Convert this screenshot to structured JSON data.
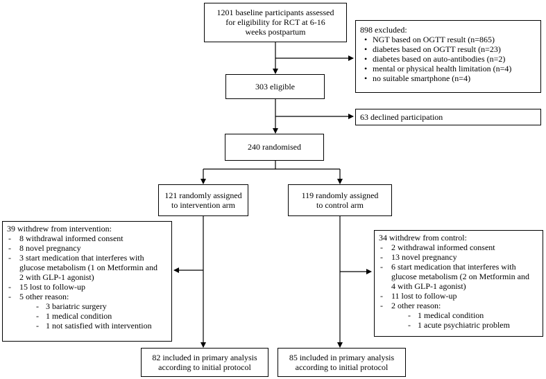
{
  "boxes": {
    "baseline": [
      "1201 baseline participants assessed",
      "for eligibility for RCT at 6-16",
      "weeks postpartum"
    ],
    "excluded": {
      "title": "898 excluded:",
      "items": [
        "NGT based on OGTT result (n=865)",
        "diabetes based on OGTT result (n=23)",
        "diabetes based on auto-antibodies (n=2)",
        "mental or physical health limitation (n=4)",
        "no suitable smartphone (n=4)"
      ]
    },
    "eligible": "303 eligible",
    "declined": "63 declined participation",
    "randomised": "240 randomised",
    "intervention": [
      "121 randomly assigned",
      "to intervention arm"
    ],
    "control": [
      "119 randomly assigned",
      "to control arm"
    ],
    "withdrew_intervention": {
      "title": "39 withdrew from intervention:",
      "items": [
        "8 withdrawal informed consent",
        "8 novel pregnancy",
        "3 start medication that interferes with",
        "glucose metabolism (1 on Metformin and",
        "2 with GLP-1 agonist)",
        "15 lost to follow-up",
        "5 other reason:"
      ],
      "subitems": [
        "3 bariatric surgery",
        "1 medical condition",
        "1 not satisfied with intervention"
      ]
    },
    "withdrew_control": {
      "title": "34 withdrew from control:",
      "items": [
        "2 withdrawal informed consent",
        "13 novel pregnancy",
        "6 start medication that interferes with",
        "glucose metabolism (2 on Metformin and",
        "4 with GLP-1 agonist)",
        "11 lost to follow-up",
        "2 other reason:"
      ],
      "subitems": [
        "1 medical condition",
        "1 acute psychiatric problem"
      ]
    },
    "analysis_intervention": [
      "82 included in primary analysis",
      "according to initial protocol"
    ],
    "analysis_control": [
      "85 included in primary analysis",
      "according to initial protocol"
    ]
  }
}
